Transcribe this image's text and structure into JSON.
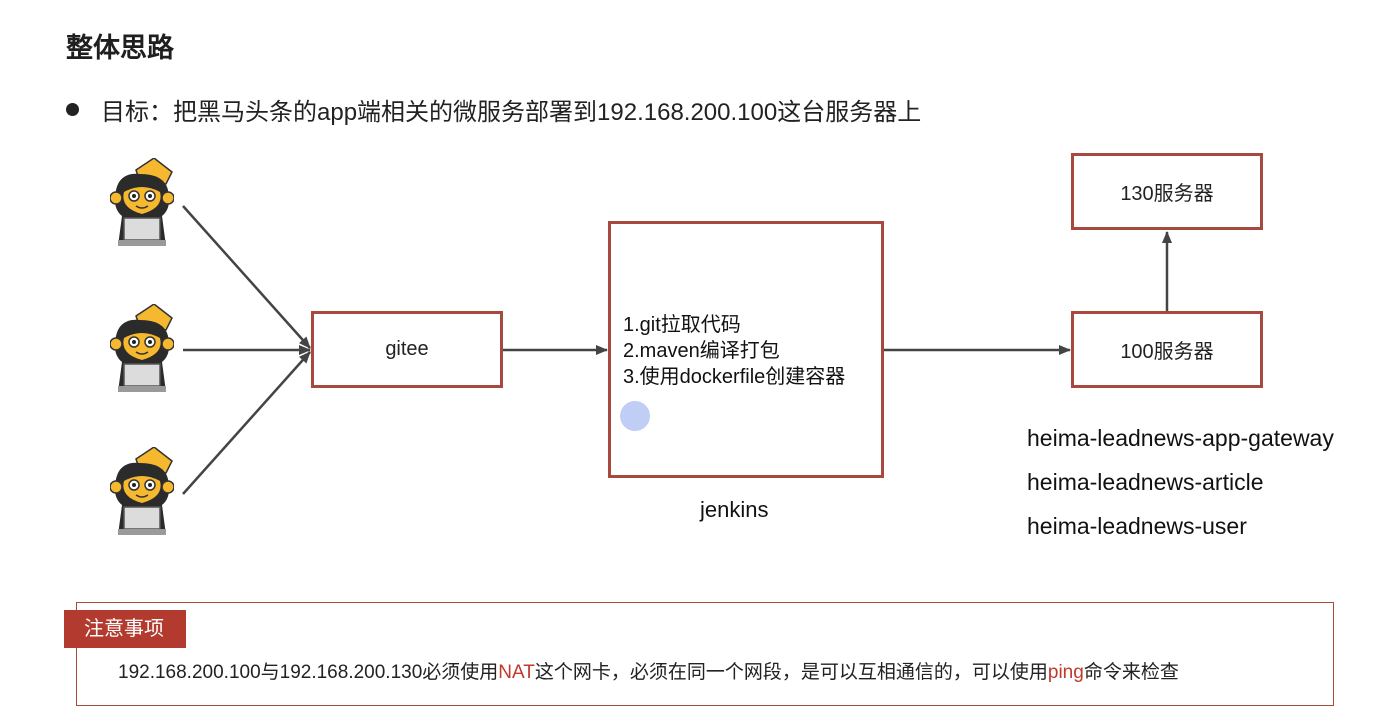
{
  "page": {
    "title": "整体思路",
    "bullet": "目标：把黑马头条的app端相关的微服务部署到192.168.200.100这台服务器上"
  },
  "diagram": {
    "gitee_label": "gitee",
    "jenkins_steps": [
      "1.git拉取代码",
      "2.maven编译打包",
      "3.使用dockerfile创建容器"
    ],
    "jenkins_label": "jenkins",
    "server_100_label": "100服务器",
    "server_130_label": "130服务器",
    "services": [
      "heima-leadnews-app-gateway",
      "heima-leadnews-article",
      "heima-leadnews-user"
    ],
    "developers_icon": "monkey-programmer-icon"
  },
  "note": {
    "tag": "注意事项",
    "text_part1": "192.168.200.100与192.168.200.130必须使用",
    "highlight1": "NAT",
    "text_part2": "这个网卡，必须在同一个网段，是可以互相通信的，可以使用",
    "highlight2": "ping",
    "text_part3": "命令来检查"
  },
  "colors": {
    "box_border": "#a8493f",
    "tag_bg": "#b23a2e",
    "highlight": "#c0392b",
    "arrow": "#444444"
  }
}
